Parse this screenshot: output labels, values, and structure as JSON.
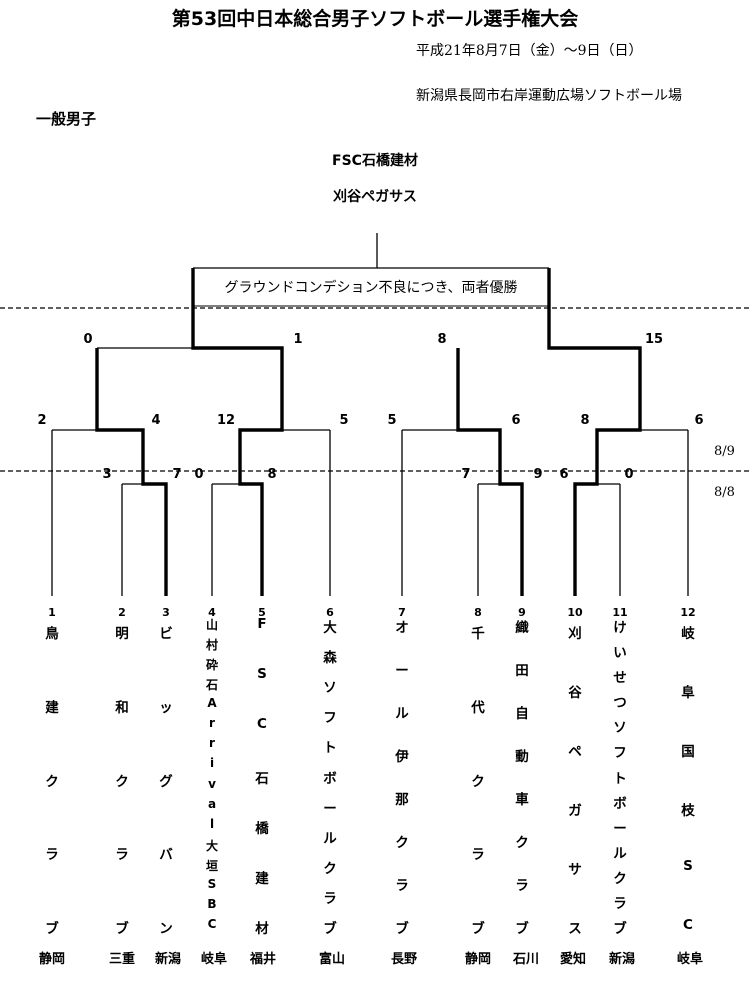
{
  "header": {
    "title": "第53回中日本総合男子ソフトボール選手権大会",
    "date": "平成21年8月7日（金）〜9日（日）",
    "venue": "新潟県長岡市右岸運動広場ソフトボール場",
    "division": "一般男子"
  },
  "champions": [
    "FSC石橋建材",
    "刈谷ペガサス"
  ],
  "final_note": "グラウンドコンデション不良につき、両者優勝",
  "date_labels": {
    "upper": "8/9",
    "lower": "8/8"
  },
  "bracket": {
    "teams": [
      {
        "number": "1",
        "name": "鳥建クラブ",
        "prefecture": "静岡"
      },
      {
        "number": "2",
        "name": "明和クラブ",
        "prefecture": "三重"
      },
      {
        "number": "3",
        "name": "ビッグバン",
        "prefecture": "新潟"
      },
      {
        "number": "4",
        "name": "山村砕石Arrival大垣SBC",
        "prefecture": "岐阜"
      },
      {
        "number": "5",
        "name": "FSC石橋建材",
        "prefecture": "福井"
      },
      {
        "number": "6",
        "name": "大森ソフトボールクラブ",
        "prefecture": "富山"
      },
      {
        "number": "7",
        "name": "オール伊那クラブ",
        "prefecture": "長野"
      },
      {
        "number": "8",
        "name": "千代クラブ",
        "prefecture": "静岡"
      },
      {
        "number": "9",
        "name": "織田自動車クラブ",
        "prefecture": "石川"
      },
      {
        "number": "10",
        "name": "刈谷ペガサス",
        "prefecture": "愛知"
      },
      {
        "number": "11",
        "name": "けいせつソフトボールクラブ",
        "prefecture": "新潟"
      },
      {
        "number": "12",
        "name": "岐阜国枝SC",
        "prefecture": "岐阜"
      }
    ],
    "scores": {
      "r1_a": [
        "3",
        "7"
      ],
      "r1_b": [
        "0",
        "8"
      ],
      "r1_c": [
        "7",
        "9"
      ],
      "r1_d": [
        "6",
        "0"
      ],
      "qf_a": [
        "2",
        "4"
      ],
      "qf_b": [
        "12",
        "5"
      ],
      "qf_c": [
        "5",
        "6"
      ],
      "qf_d": [
        "8",
        "6"
      ],
      "sf_a": [
        "0",
        "1"
      ],
      "sf_b": [
        "8",
        "15"
      ]
    }
  }
}
